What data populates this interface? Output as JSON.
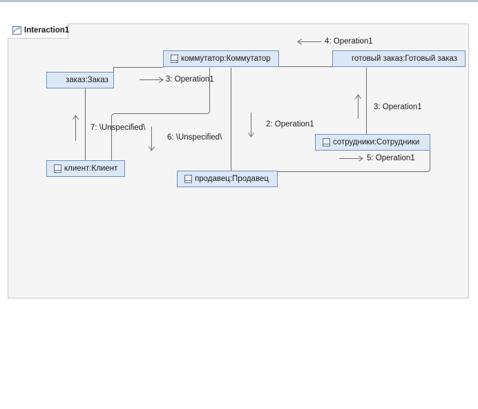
{
  "diagram": {
    "title": "Interaction1",
    "lifelines": {
      "kommutator": "коммутатор:Коммутатор",
      "gotoviy_zakaz": "готовый заказ:Готовый заказ",
      "zakaz": "заказ:Заказ",
      "klient": "клиент:Клиент",
      "sotrudniki": "сотрудники:Сотрудники",
      "prodavec": "продавец:Продавец"
    },
    "messages": {
      "m4": "4: Operation1",
      "m3a": "3: Operation1",
      "m3b": "3: Operation1",
      "m2": "2: Operation1",
      "m7": "7: \\Unspecified\\",
      "m6": "6: \\Unspecified\\",
      "m5": "5: Operation1"
    }
  }
}
